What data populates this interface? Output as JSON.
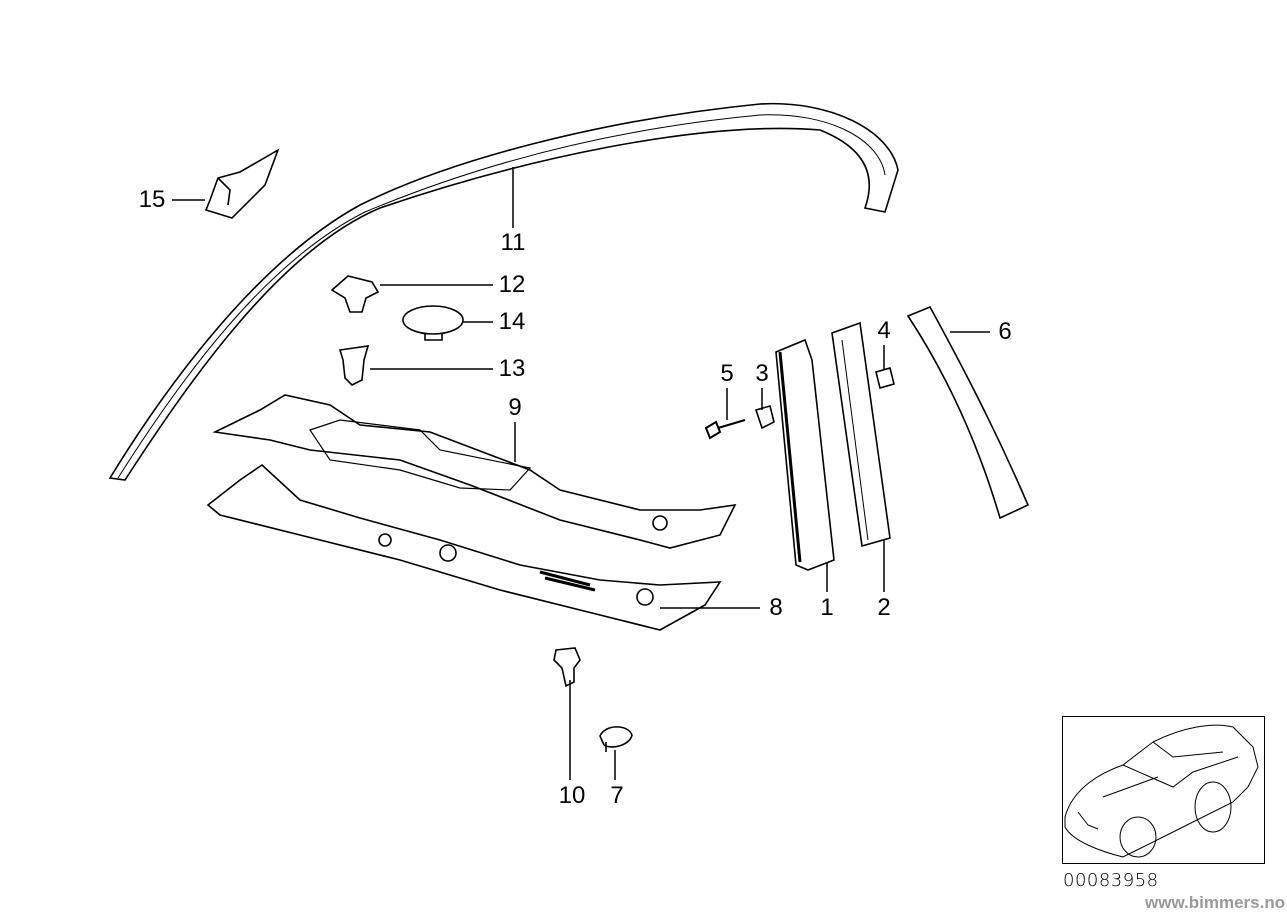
{
  "diagram": {
    "callouts": [
      {
        "id": "15",
        "label": "15"
      },
      {
        "id": "11",
        "label": "11"
      },
      {
        "id": "12",
        "label": "12"
      },
      {
        "id": "14",
        "label": "14"
      },
      {
        "id": "13",
        "label": "13"
      },
      {
        "id": "9",
        "label": "9"
      },
      {
        "id": "5",
        "label": "5"
      },
      {
        "id": "3",
        "label": "3"
      },
      {
        "id": "4",
        "label": "4"
      },
      {
        "id": "6",
        "label": "6"
      },
      {
        "id": "1",
        "label": "1"
      },
      {
        "id": "2",
        "label": "2"
      },
      {
        "id": "8",
        "label": "8"
      },
      {
        "id": "10",
        "label": "10"
      },
      {
        "id": "7",
        "label": "7"
      }
    ],
    "diagram_number": "00083958",
    "watermark": "www.bimmers.no"
  }
}
